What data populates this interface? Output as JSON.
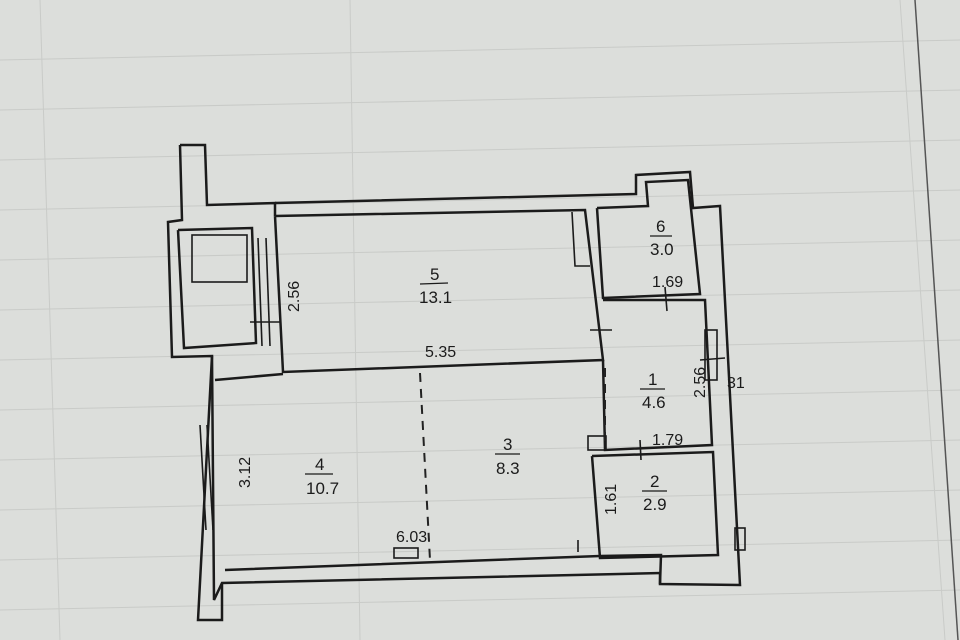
{
  "rooms": [
    {
      "number": "1",
      "area": "4.6"
    },
    {
      "number": "2",
      "area": "2.9"
    },
    {
      "number": "3",
      "area": "8.3"
    },
    {
      "number": "4",
      "area": "10.7"
    },
    {
      "number": "5",
      "area": "13.1"
    },
    {
      "number": "6",
      "area": "3.0"
    }
  ],
  "dimensions": {
    "room5_height": "2.56",
    "room5_width": "5.35",
    "room6_width": "1.69",
    "room1_height": "2.56",
    "room1_width": "1.79",
    "outer_side": "31",
    "room4_height": "3.12",
    "room34_width": "6.03",
    "room2_height": "1.61"
  }
}
